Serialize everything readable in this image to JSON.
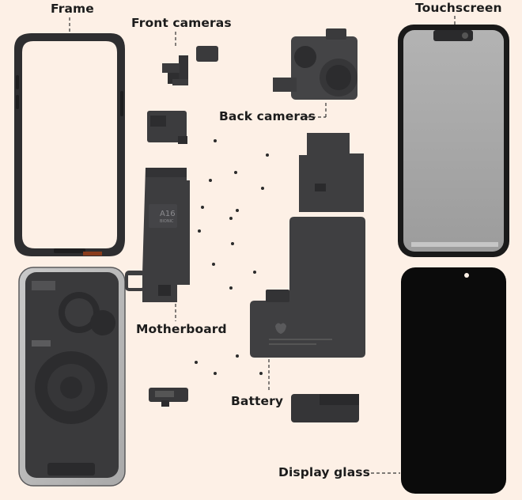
{
  "labels": {
    "frame": "Frame",
    "front_cameras": "Front cameras",
    "touchscreen": "Touchscreen",
    "back_cameras": "Back cameras",
    "motherboard": "Motherboard",
    "battery": "Battery",
    "display_glass": "Display glass"
  },
  "chip": {
    "line1": "A16",
    "line2": "BIONIC"
  },
  "colors": {
    "background": "#fdf0e6",
    "part_dark": "#3c3c3e",
    "part_darker": "#2a2a2c",
    "screen_gray": "#a6a6a6",
    "back_panel": "#b9b9b9",
    "glass": "#0b0b0b",
    "text": "#1c1c1c",
    "screw": "#2b2b2b"
  }
}
